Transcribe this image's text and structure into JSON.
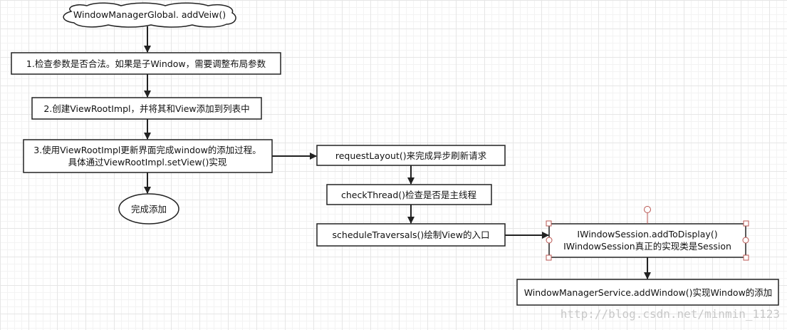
{
  "diagram": {
    "start_node": "WindowManagerGlobal. addVeiw()",
    "step1": "1.检查参数是否合法。如果是子Window，需要调整布局参数",
    "step2": "2.创建ViewRootImpl，并将其和View添加到列表中",
    "step3_line1": "3.使用ViewRootImpl更新界面完成window的添加过程。",
    "step3_line2": "具体通过ViewRootImpl.setView()实现",
    "end_node": "完成添加",
    "request_layout": "requestLayout()来完成异步刷新请求",
    "check_thread": "checkThread()检查是否是主线程",
    "schedule_traversals": "scheduleTraversals()绘制View的入口",
    "session_line1": "IWindowSession.addToDisplay()",
    "session_line2": "IWindowSession真正的实现类是Session",
    "wms_add": "WindowManagerService.addWindow()实现Window的添加"
  },
  "watermark": "http://blog.csdn.net/minmin_1123",
  "colors": {
    "stroke": "#000000",
    "box_fill": "#ffffff",
    "selection_handle": "#b85450",
    "grid": "#e6e6e6"
  }
}
